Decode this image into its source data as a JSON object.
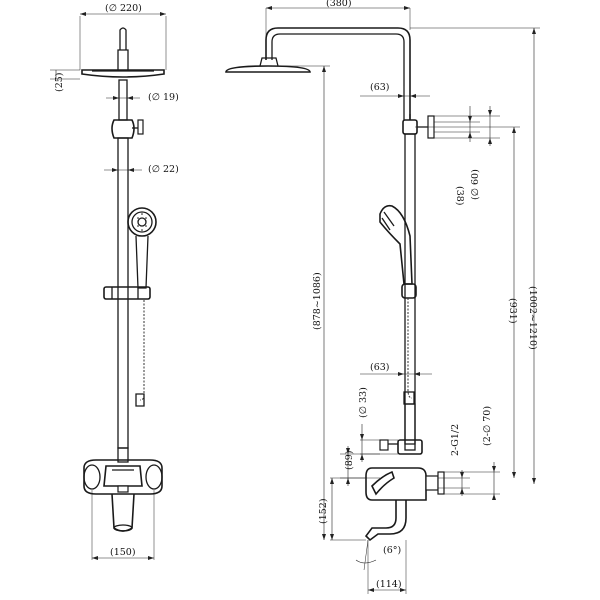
{
  "diagram": {
    "front_view": {
      "dim_head_diameter": "(∅ 220)",
      "dim_head_height": "(25)",
      "dim_upper_pipe": "(∅ 19)",
      "dim_lower_pipe": "(∅ 22)",
      "dim_inlet_spacing": "(150)"
    },
    "side_view": {
      "dim_arm_length": "(380)",
      "dim_bracket_offset_top": "(63)",
      "dim_bracket_height": "(38)",
      "dim_bracket_diameter": "(∅ 60)",
      "dim_pipe_height_range": "(878~1086)",
      "dim_total_height_range": "(1002~1210)",
      "dim_rail_height": "(931)",
      "dim_bracket_offset_mid": "(63)",
      "dim_diverter_diameter": "(∅ 33)",
      "dim_diverter_height": "(89)",
      "dim_thread": "2-G1/2",
      "dim_flange_diameter": "(2-∅ 70)",
      "dim_spout_height": "(152)",
      "dim_spout_angle": "(6°)",
      "dim_spout_length": "(114)"
    }
  }
}
